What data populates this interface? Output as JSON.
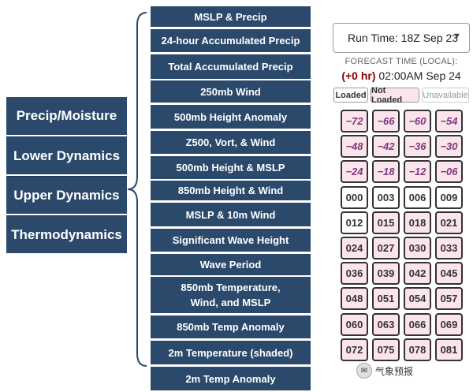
{
  "categories": [
    "Precip/Moisture",
    "Lower Dynamics",
    "Upper Dynamics",
    "Thermodynamics"
  ],
  "products": [
    "MSLP & Precip",
    "24-hour Accumulated Precip",
    "Total Accumulated Precip",
    "250mb Wind",
    "500mb Height Anomaly",
    "Z500, Vort, & Wind",
    "500mb Height & MSLP",
    "850mb Height & Wind",
    "MSLP & 10m Wind",
    "Significant Wave Height",
    "Wave Period",
    "850mb Temperature,\nWind, and MSLP",
    "850mb Temp Anomaly",
    "2m Temperature (shaded)",
    "2m Temp Anomaly"
  ],
  "run_time": {
    "label": "Run Time: 18Z Sep 23"
  },
  "forecast": {
    "label": "FORECAST TIME (LOCAL):",
    "offset": "(+0 hr)",
    "time": "02:00AM Sep 24"
  },
  "legend": {
    "loaded": "Loaded",
    "not_loaded": "Not Loaded",
    "unavailable": "Unavailable"
  },
  "hours": [
    {
      "label": "−72",
      "state": "neg"
    },
    {
      "label": "−66",
      "state": "neg"
    },
    {
      "label": "−60",
      "state": "neg"
    },
    {
      "label": "−54",
      "state": "neg"
    },
    {
      "label": "−48",
      "state": "neg"
    },
    {
      "label": "−42",
      "state": "neg"
    },
    {
      "label": "−36",
      "state": "neg"
    },
    {
      "label": "−30",
      "state": "neg"
    },
    {
      "label": "−24",
      "state": "neg"
    },
    {
      "label": "−18",
      "state": "neg"
    },
    {
      "label": "−12",
      "state": "neg"
    },
    {
      "label": "−06",
      "state": "neg"
    },
    {
      "label": "000",
      "state": "white"
    },
    {
      "label": "003",
      "state": "white"
    },
    {
      "label": "006",
      "state": "white"
    },
    {
      "label": "009",
      "state": "white"
    },
    {
      "label": "012",
      "state": "white"
    },
    {
      "label": "015",
      "state": "pink"
    },
    {
      "label": "018",
      "state": "pink"
    },
    {
      "label": "021",
      "state": "pink"
    },
    {
      "label": "024",
      "state": "pink"
    },
    {
      "label": "027",
      "state": "pink"
    },
    {
      "label": "030",
      "state": "pink"
    },
    {
      "label": "033",
      "state": "pink"
    },
    {
      "label": "036",
      "state": "pink"
    },
    {
      "label": "039",
      "state": "pink"
    },
    {
      "label": "042",
      "state": "pink"
    },
    {
      "label": "045",
      "state": "pink"
    },
    {
      "label": "048",
      "state": "pink"
    },
    {
      "label": "051",
      "state": "pink"
    },
    {
      "label": "054",
      "state": "pink"
    },
    {
      "label": "057",
      "state": "pink"
    },
    {
      "label": "060",
      "state": "pink"
    },
    {
      "label": "063",
      "state": "pink"
    },
    {
      "label": "066",
      "state": "pink"
    },
    {
      "label": "069",
      "state": "pink"
    },
    {
      "label": "072",
      "state": "pink"
    },
    {
      "label": "075",
      "state": "pink"
    },
    {
      "label": "078",
      "state": "pink"
    },
    {
      "label": "081",
      "state": "pink"
    }
  ],
  "watermark": {
    "text": "气象预报"
  },
  "colors": {
    "panel": "#2b4a6b",
    "brace": "#2b4a6b",
    "offset": "#8b0000",
    "neg_text": "#7b3a7b",
    "pink_bg": "#fce4ec"
  }
}
